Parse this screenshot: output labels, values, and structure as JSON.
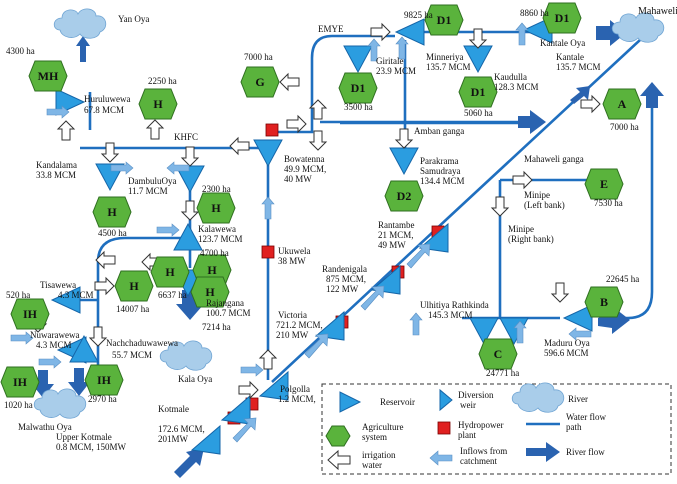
{
  "colors": {
    "water": "#1f6fbf",
    "reservoir": "#2b9de0",
    "reservoir_edge": "#1565a8",
    "agri": "#5ab33c",
    "agri_edge": "#2f6f20",
    "hydro": "#e02020",
    "river_arrow": "#2a63b0",
    "inflow": "#7fb6e6",
    "irrigation_fill": "#ffffff",
    "irrigation_edge": "#333333",
    "cloud": "#a9cdea"
  },
  "labels": {
    "yan_oya": "Yan Oya",
    "mh_area": "4300 ha",
    "huruluwewa": "Huruluwewa",
    "huruluwewa_cap": "67.8 MCM",
    "h_top_area": "2250 ha",
    "g_area": "7000 ha",
    "emye": "EMYE",
    "minneriya_area": "9825 ha",
    "kantale_area": "8860 ha",
    "mahaweli": "Mahaweli",
    "kantale_oya": "Kantale Oya",
    "kantale": "Kantale",
    "kantale_cap": "135.7 MCM",
    "minneriya": "Minneriya",
    "minneriya_cap": "135.7 MCM",
    "giritale": "Giritale",
    "giritale_cap": "23.9 MCM",
    "giritale_area": "3500 ha",
    "kaudulla": "Kaudulla",
    "kaudulla_cap": "128.3 MCM",
    "kaudulla_area": "5060 ha",
    "khfc": "KHFC",
    "amban_ganga": "Amban ganga",
    "a_area": "7000 ha",
    "kandalama": "Kandalama",
    "kandalama_cap": "33.8 MCM",
    "dambulu_oya": "DambuluOya",
    "dambulu_cap": "11.7 MCM",
    "area_4500": "4500 ha",
    "area_2300": "2300 ha",
    "bowatenna": "Bowatenna",
    "bowatenna_cap": "49.9 MCM,",
    "bowatenna_mw": "40 MW",
    "parakrama": "Parakrama",
    "parakrama_2": "Samudraya",
    "parakrama_cap": "134.4 MCM",
    "mahaweli_ganga": "Mahaweli ganga",
    "minipe_left": "Minipe",
    "minipe_left_2": "(Left bank)",
    "e_area": "7530 ha",
    "kalawewa": "Kalawewa",
    "kalawewa_cap": "123.7 MCM",
    "area_4700": "4700 ha",
    "ukuwela": "Ukuwela",
    "ukuwela_mw": "38 MW",
    "rantambe": "Rantambe",
    "rantambe_cap": "21 MCM,",
    "rantambe_mw": "49 MW",
    "minipe_right": "Minipe",
    "minipe_right_2": "(Right bank)",
    "tisawewa_area": "520 ha",
    "tisawewa": "Tisawewa",
    "tisawewa_cap": "4.3 MCM",
    "area_14007": "14007 ha",
    "area_6637": "6637 ha",
    "rajangana": "Rajangana",
    "rajangana_cap": "100.7 MCM",
    "area_7214": "7214 ha",
    "randenigala": "Randenigala",
    "randenigala_cap": "875 MCM,",
    "randenigala_mw": "122 MW",
    "b_area": "22645 ha",
    "ulhitiya": "Ulhitiya Rathkinda",
    "ulhitiya_cap": "145.3 MCM",
    "nuwarawewa": "Nuwarawewa",
    "nuwarawewa_cap": "4.3 MCM",
    "nachchaduwa": "Nachchaduwawewa",
    "nachchaduwa_cap": "55.7 MCM",
    "victoria": "Victoria",
    "victoria_cap": "721.2 MCM,",
    "victoria_mw": "210 MW",
    "maduru_oya": "Maduru Oya",
    "maduru_cap": "596.6 MCM",
    "c_area": "24771 ha",
    "kala_oya": "Kala Oya",
    "polgolla": "Polgolla",
    "polgolla_cap": "1.2 MCM,",
    "area_1020": "1020 ha",
    "area_2970": "2970 ha",
    "malwathu_oya": "Malwathu Oya",
    "kotmale": "Kotmale",
    "kotmale_cap": "172.6 MCM,",
    "kotmale_mw": "201MW",
    "upper_kotmale": "Upper Kotmale",
    "upper_kotmale_cap": "0.8 MCM, 150MW"
  },
  "hex_codes": {
    "mh": "MH",
    "h": "H",
    "g": "G",
    "d1": "D1",
    "d2": "D2",
    "a": "A",
    "b": "B",
    "c": "C",
    "e": "E",
    "ih": "IH"
  },
  "legend": {
    "reservoir": "Reservoir",
    "diversion": "Diversion",
    "diversion_2": "weir",
    "river": "River",
    "agriculture": "Agriculture",
    "agriculture_2": "system",
    "hydro": "Hydropower",
    "hydro_2": "plant",
    "waterflow": "Water flow",
    "waterflow_2": "path",
    "irrigation": "irrigation",
    "irrigation_2": "water",
    "inflows": "Inflows from",
    "inflows_2": "catchment",
    "river_flow": "River flow"
  }
}
